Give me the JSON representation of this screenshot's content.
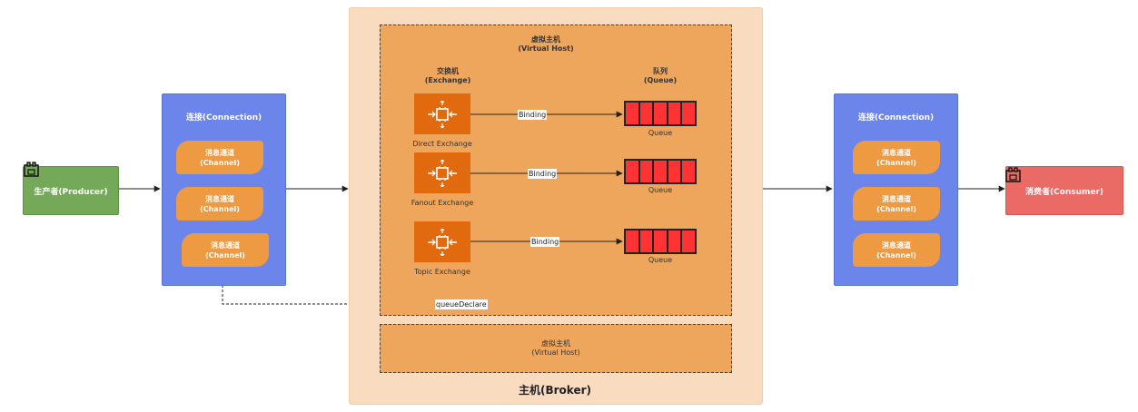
{
  "producer": {
    "label": "生产者(Producer)"
  },
  "consumer": {
    "label": "消费者(Consumer)"
  },
  "left_connection": {
    "title": "连接(Connection)",
    "channels": [
      {
        "line1": "消息通道",
        "line2": "(Channel)"
      },
      {
        "line1": "消息通道",
        "line2": "(Channel)"
      },
      {
        "line1": "消息通道",
        "line2": "(Channel)"
      }
    ]
  },
  "right_connection": {
    "title": "连接(Connection)",
    "channels": [
      {
        "line1": "消息通道",
        "line2": "(Channel)"
      },
      {
        "line1": "消息通道",
        "line2": "(Channel)"
      },
      {
        "line1": "消息通道",
        "line2": "(Channel)"
      }
    ]
  },
  "broker": {
    "label": "主机(Broker)",
    "vhost_main": {
      "title_cn": "虚拟主机",
      "title_en": "(Virtual Host)",
      "exchange_header": {
        "cn": "交换机",
        "en": "(Exchange)"
      },
      "queue_header": {
        "cn": "队列",
        "en": "(Queue)"
      },
      "rows": [
        {
          "exchange": "Direct Exchange",
          "binding": "Binding",
          "queue": "Queue"
        },
        {
          "exchange": "Fanout Exchange",
          "binding": "Binding",
          "queue": "Queue"
        },
        {
          "exchange": "Topic Exchange",
          "binding": "Binding",
          "queue": "Queue"
        }
      ]
    },
    "vhost_second": {
      "title_cn": "虚拟主机",
      "title_en": "(Virtual Host)"
    }
  },
  "queue_declare_label": "queueDeclare",
  "colors": {
    "producer": "#74a95a",
    "consumer": "#ea6b66",
    "connection": "#6b85ea",
    "channel": "#ee9a42",
    "broker": "#f9dcc0",
    "vhost": "#eea55c",
    "exchange": "#e26a0e",
    "queue": "#ff3333"
  },
  "icons": [
    "plug-icon",
    "exchange-icon"
  ]
}
